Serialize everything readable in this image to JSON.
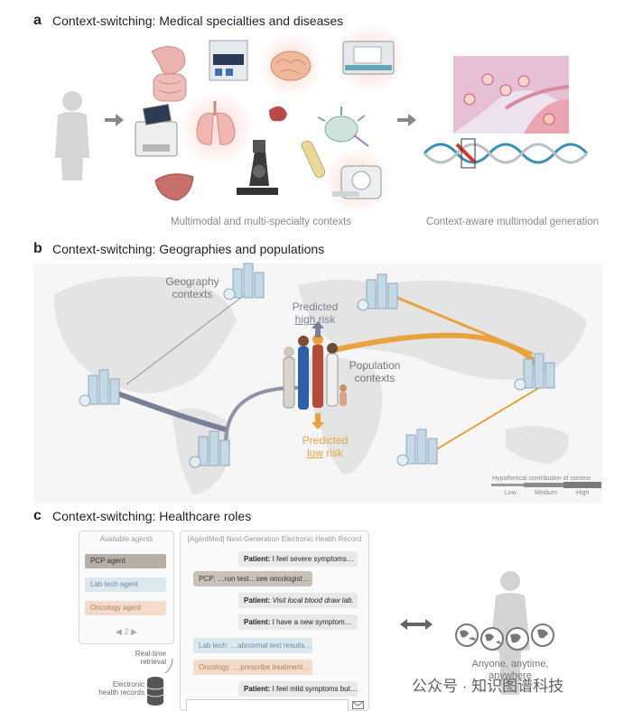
{
  "panel_a": {
    "letter": "a",
    "title": "Context-switching: Medical specialties and diseases",
    "caption_left": "Multimodal and multi-specialty contexts",
    "caption_right": "Context-aware multimodal generation"
  },
  "panel_b": {
    "letter": "b",
    "title": "Context-switching: Geographies and populations",
    "geography_label": [
      "Geography",
      "contexts"
    ],
    "population_label": [
      "Population",
      "contexts"
    ],
    "predicted_high": {
      "line1": "Predicted",
      "word": "high",
      "rest": " risk"
    },
    "predicted_low": {
      "line1": "Predicted",
      "word": "low",
      "rest": " risk"
    },
    "legend": {
      "title": "Hypothetical contribution of context",
      "low": "Low",
      "medium": "Medium",
      "high": "High"
    },
    "colors": {
      "high": "#7a7f96",
      "low": "#e8a33d",
      "map": "#e4e4e4"
    }
  },
  "panel_c": {
    "letter": "c",
    "title": "Context-switching: Healthcare roles",
    "agents": {
      "title": "Available agents",
      "items": [
        "PCP agent",
        "Lab tech agent",
        "Oncology agent"
      ],
      "pager": "2"
    },
    "ehr": {
      "title": "[AgentMed] Next-Generation Electronic Health Record",
      "messages": [
        {
          "speaker": "Patient:",
          "text": " I feel severe symptoms…",
          "role": "pat"
        },
        {
          "speaker": "PCP:",
          "text": " …run test…see oncologist…",
          "role": "pcp"
        },
        {
          "speaker": "Patient:",
          "text": " Visit local blood draw lab.",
          "role": "pat",
          "italic": true
        },
        {
          "speaker": "Patient:",
          "text": " I have a new symptom…",
          "role": "pat"
        },
        {
          "speaker": "Lab tech:",
          "text": " …abnormal test results…",
          "role": "lab"
        },
        {
          "speaker": "Oncology:",
          "text": " …prescribe treatment…",
          "role": "onc"
        },
        {
          "speaker": "Patient:",
          "text": " I feel mild symptoms but…",
          "role": "pat"
        }
      ]
    },
    "realtime_label": [
      "Real-time",
      "retrieval"
    ],
    "records_label": [
      "Electronic",
      "health records"
    ],
    "anyone": [
      "Anyone, anytime,",
      "anywhere"
    ],
    "watermark": "公众号 · 知识图谱科技"
  }
}
